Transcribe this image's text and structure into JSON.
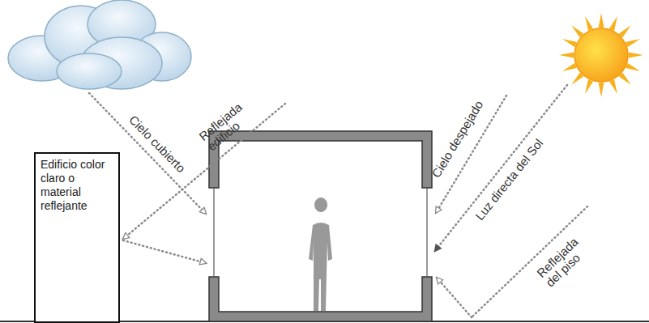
{
  "diagram": {
    "nodes": [
      {
        "text": [
          "Edificio color claro o material reflejante"
        ]
      }
    ],
    "labels": [
      "Cielo cubierto",
      "Reflejada edificio",
      "Cielo despejado",
      "Luz directa del Sol",
      "Reflejada del piso"
    ]
  }
}
